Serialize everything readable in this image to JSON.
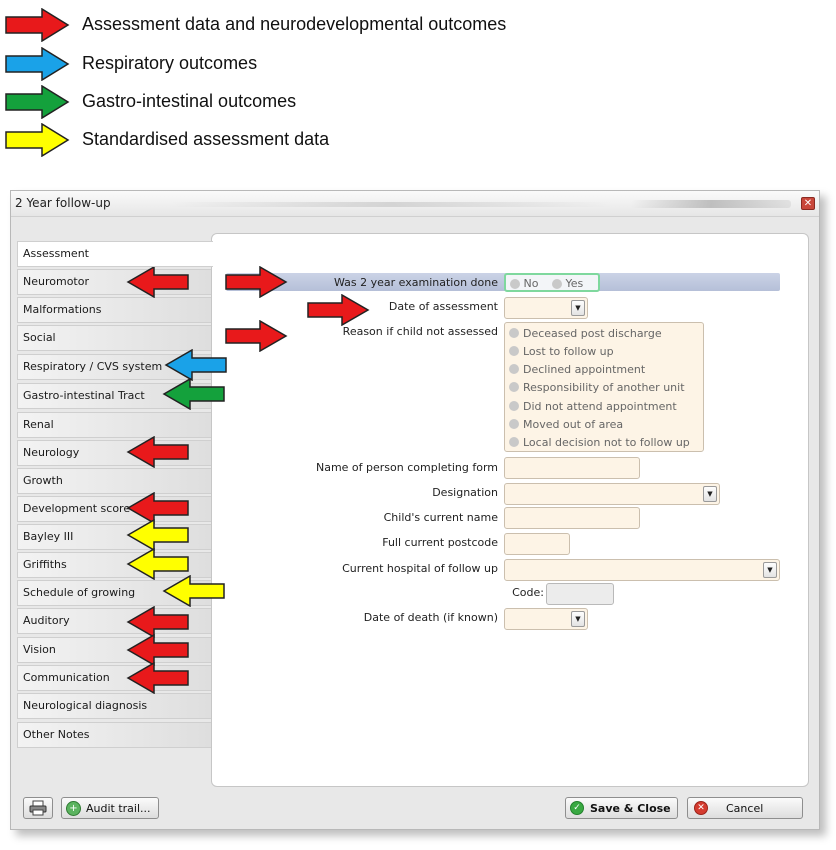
{
  "colors": {
    "red": "#e8191b",
    "blue": "#1aa2e8",
    "green": "#14a13c",
    "yellow": "#ffff00"
  },
  "legend": [
    {
      "color": "red",
      "label": "Assessment data and neurodevelopmental outcomes"
    },
    {
      "color": "blue",
      "label": "Respiratory outcomes"
    },
    {
      "color": "green",
      "label": "Gastro-intestinal outcomes"
    },
    {
      "color": "yellow",
      "label": "Standardised assessment data"
    }
  ],
  "window": {
    "title": "2 Year follow-up",
    "close_icon": "close-icon"
  },
  "tabs": [
    "Assessment",
    "Neuromotor",
    "Malformations",
    "Social",
    "Respiratory / CVS system",
    "Gastro-intestinal Tract",
    "Renal",
    "Neurology",
    "Growth",
    "Development score",
    "Bayley III",
    "Griffiths",
    "Schedule of growing",
    "Auditory",
    "Vision",
    "Communication",
    "Neurological diagnosis",
    "Other Notes"
  ],
  "active_tab": "Assessment",
  "form": {
    "exam_done_label": "Was 2 year examination done",
    "exam_done_no": "No",
    "exam_done_yes": "Yes",
    "date_assessment_label": "Date of assessment",
    "reason_label": "Reason if child not assessed",
    "reasons": [
      "Deceased post discharge",
      "Lost to follow up",
      "Declined appointment",
      "Responsibility of another unit",
      "Did not attend appointment",
      "Moved out of area",
      "Local decision not to follow up"
    ],
    "person_label": "Name of person completing form",
    "designation_label": "Designation",
    "child_name_label": "Child's current name",
    "postcode_label": "Full current postcode",
    "hospital_label": "Current hospital of follow up",
    "code_label": "Code:",
    "death_label": "Date of death (if known)"
  },
  "buttons": {
    "print_icon": "printer-icon",
    "audit": "Audit trail...",
    "save": "Save & Close",
    "cancel": "Cancel"
  }
}
